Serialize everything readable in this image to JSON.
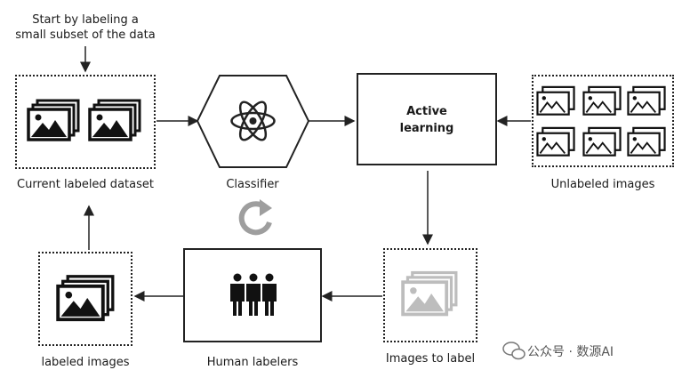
{
  "note": {
    "line1": "Start by labeling a",
    "line2": "small subset of the data"
  },
  "nodes": {
    "current_labeled": "Current labeled dataset",
    "classifier": "Classifier",
    "active_learning": {
      "line1": "Active",
      "line2": "learning"
    },
    "unlabeled": "Unlabeled images",
    "labeled_images": "labeled images",
    "human_labelers": "Human labelers",
    "images_to_label": "Images to label"
  },
  "watermark": "公众号 · 数源AI",
  "icons": {
    "image": "image-stack-icon",
    "classifier": "atom-icon",
    "cycle": "refresh-cycle-icon",
    "people": "people-group-icon",
    "watermark": "wechat-icon"
  },
  "colors": {
    "stroke": "#222222",
    "faded": "#bdbdbd",
    "cycle": "#9e9e9e"
  }
}
